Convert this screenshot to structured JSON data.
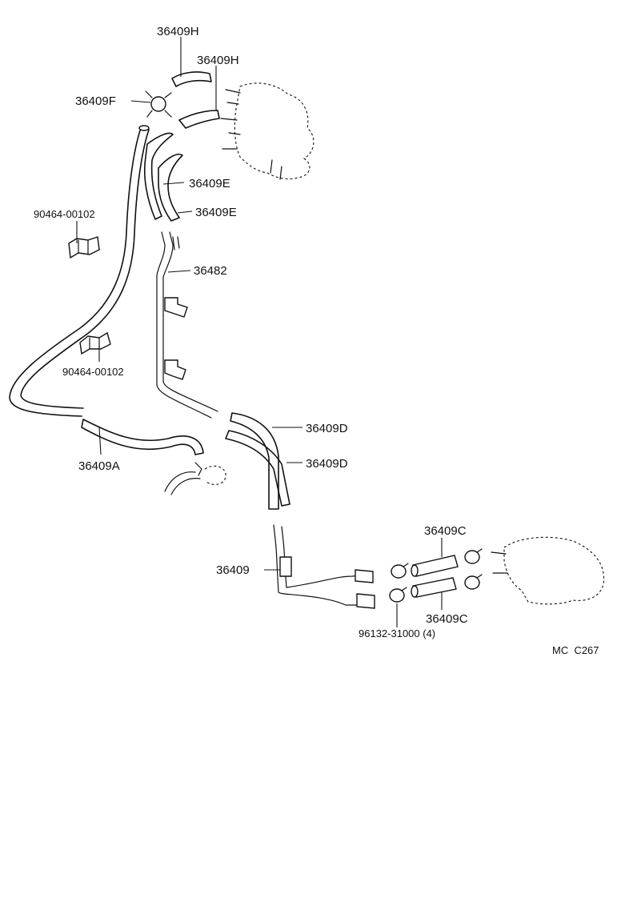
{
  "labels": {
    "h1": "36409H",
    "h2": "36409H",
    "f": "36409F",
    "e1": "36409E",
    "e2": "36409E",
    "clip1": "90464-00102",
    "clip2": "90464-00102",
    "pipe": "36482",
    "a": "36409A",
    "d1": "36409D",
    "d2": "36409D",
    "c1": "36409C",
    "c2": "36409C",
    "base": "36409",
    "clamp": "96132-31000 (4)",
    "code": "MC  C267"
  }
}
